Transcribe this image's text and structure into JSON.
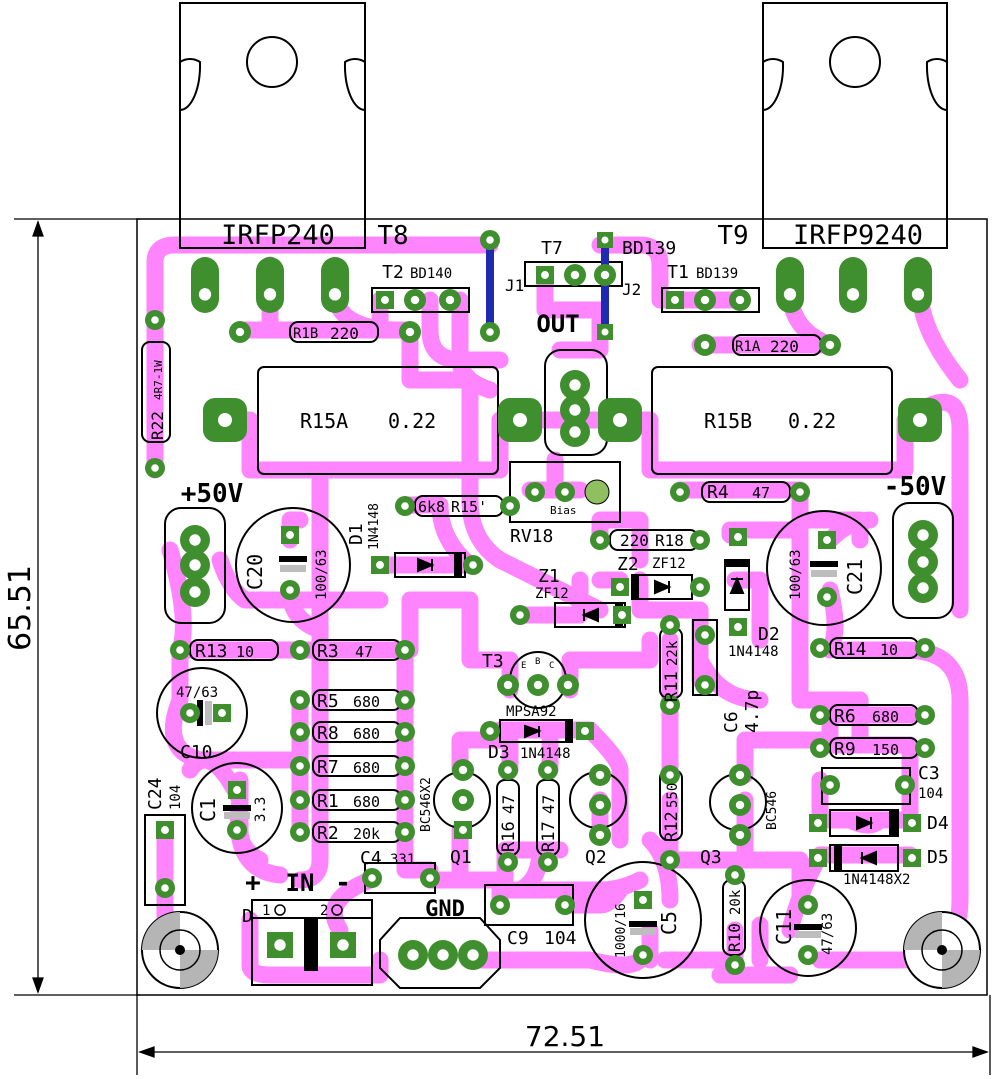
{
  "dimensions": {
    "height": "65.51",
    "width": "72.51"
  },
  "transistors": {
    "t8": {
      "ref": "T8",
      "part": "IRFP240"
    },
    "t9": {
      "ref": "T9",
      "part": "IRFP9240"
    },
    "t7": {
      "ref": "T7",
      "part": "BD139"
    },
    "t2": {
      "ref": "T2",
      "part": "BD140"
    },
    "t1": {
      "ref": "T1",
      "part": "BD139"
    },
    "t3": {
      "ref": "T3",
      "part": "MPSA92"
    },
    "q1": {
      "ref": "Q1",
      "part": "BC546X2"
    },
    "q2": {
      "ref": "Q2"
    },
    "q3": {
      "ref": "Q3",
      "part": "BC546"
    }
  },
  "jumpers": {
    "j1": "J1",
    "j2": "J2"
  },
  "terminals": {
    "out": "OUT",
    "plus50": "+50V",
    "minus50": "-50V",
    "gnd": "GND",
    "in": "IN",
    "plus": "+",
    "minus": "-",
    "pin1": "1",
    "pin2": "2",
    "d_mark": "D"
  },
  "resistors": {
    "r1b": {
      "ref": "R1B",
      "value": "220"
    },
    "r1a": {
      "ref": "R1A",
      "value": "220"
    },
    "r22": {
      "ref": "R22",
      "value": "4R7-1W"
    },
    "r15a": {
      "ref": "R15A",
      "value": "0.22"
    },
    "r15b": {
      "ref": "R15B",
      "value": "0.22"
    },
    "r15p": {
      "ref": "R15'",
      "value": "6k8"
    },
    "r18": {
      "ref": "R18",
      "value": "220"
    },
    "r4": {
      "ref": "R4",
      "value": "47"
    },
    "r13": {
      "ref": "R13",
      "value": "10"
    },
    "r3": {
      "ref": "R3",
      "value": "47"
    },
    "r14": {
      "ref": "R14",
      "value": "10"
    },
    "r5": {
      "ref": "R5",
      "value": "680"
    },
    "r8": {
      "ref": "R8",
      "value": "680"
    },
    "r7": {
      "ref": "R7",
      "value": "680"
    },
    "r1": {
      "ref": "R1",
      "value": "680"
    },
    "r2": {
      "ref": "R2",
      "value": "20k"
    },
    "r6": {
      "ref": "R6",
      "value": "680"
    },
    "r9": {
      "ref": "R9",
      "value": "150"
    },
    "r11": {
      "ref": "R11",
      "value": "22k"
    },
    "r12": {
      "ref": "R12",
      "value": "550"
    },
    "r16": {
      "ref": "R16",
      "value": "47"
    },
    "r17": {
      "ref": "R17",
      "value": "47"
    },
    "r10": {
      "ref": "R10",
      "value": "20k"
    }
  },
  "capacitors": {
    "c20": {
      "ref": "C20",
      "value": "100/63"
    },
    "c21": {
      "ref": "C21",
      "value": "100/63"
    },
    "c10": {
      "ref": "C10",
      "value": "47/63"
    },
    "c1": {
      "ref": "C1",
      "value": "3.3"
    },
    "c24": {
      "ref": "C24",
      "value": "104"
    },
    "c4": {
      "ref": "C4",
      "value": "331"
    },
    "c9": {
      "ref": "C9",
      "value": "104"
    },
    "c5": {
      "ref": "C5",
      "value": "1000/16"
    },
    "c11": {
      "ref": "C11",
      "value": "47/63"
    },
    "c6": {
      "ref": "C6",
      "value": "4.7p"
    },
    "c3": {
      "ref": "C3",
      "value": "104"
    }
  },
  "diodes": {
    "d1": {
      "ref": "D1",
      "part": "1N4148"
    },
    "d2": {
      "ref": "D2",
      "part": "1N4148"
    },
    "d3": {
      "ref": "D3",
      "part": "1N4148"
    },
    "d4": {
      "ref": "D4"
    },
    "d5": {
      "ref": "D5",
      "part": "1N4148X2"
    },
    "z1": {
      "ref": "Z1",
      "part": "ZF12"
    },
    "z2": {
      "ref": "Z2",
      "part": "ZF12"
    }
  },
  "pot": {
    "ref": "RV18",
    "label": "Bias"
  },
  "pin_letters": {
    "e": "E",
    "b": "B",
    "c": "C"
  },
  "colors": {
    "trace": "#ff85ff",
    "pad": "#3f8f2f",
    "padHole": "#ffffff",
    "jumper": "#1e2bb0",
    "silk": "#000000"
  }
}
